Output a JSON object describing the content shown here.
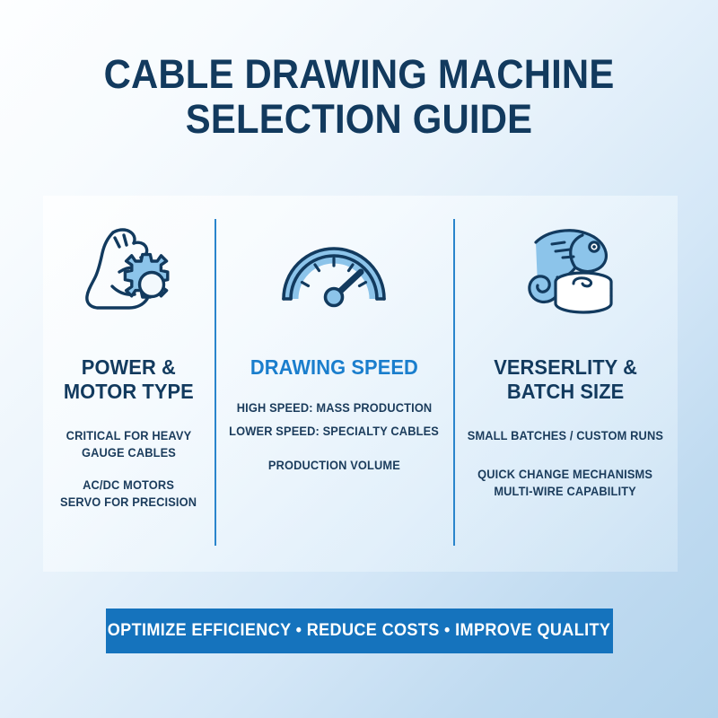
{
  "title": {
    "line1": "CABLE DRAWING MACHINE",
    "line2": "SELECTION GUIDE"
  },
  "colors": {
    "navy": "#123a5e",
    "accent_blue": "#1a7ecd",
    "banner_blue": "#1573bd",
    "divider_blue": "#2a85cc",
    "icon_fill": "#8cc4ea",
    "background_top": "#fdfeff",
    "background_bottom": "#b2d3ec"
  },
  "columns": [
    {
      "icon": "flexed-bicep-gear-icon",
      "heading_line1": "POWER &",
      "heading_line2": "MOTOR TYPE",
      "heading_color": "#123a5e",
      "body": [
        [
          "CRITICAL FOR HEAVY",
          "GAUGE CABLES"
        ],
        [
          "AC/DC MOTORS",
          "SERVO FOR PRECISION"
        ]
      ]
    },
    {
      "icon": "speed-gauge-icon",
      "heading_line1": "DRAWING SPEED",
      "heading_line2": "",
      "heading_color": "#1a7ecd",
      "body": [
        [
          "HIGH SPEED: MASS PRODUCTION"
        ],
        [
          "LOWER SPEED: SPECIALTY CABLES"
        ],
        [
          "PRODUCTION VOLUME"
        ]
      ]
    },
    {
      "icon": "chameleon-cable-coil-icon",
      "heading_line1": "VERSERLITY &",
      "heading_line2": "BATCH SIZE",
      "heading_color": "#123a5e",
      "body": [
        [
          "SMALL BATCHES / CUSTOM RUNS"
        ],
        [
          "QUICK CHANGE MECHANISMS",
          "MULTI-WIRE CAPABILITY"
        ]
      ]
    }
  ],
  "banner": {
    "text": "OPTIMIZE EFFICIENCY  •  REDUCE COSTS  •  IMPROVE QUALITY"
  }
}
